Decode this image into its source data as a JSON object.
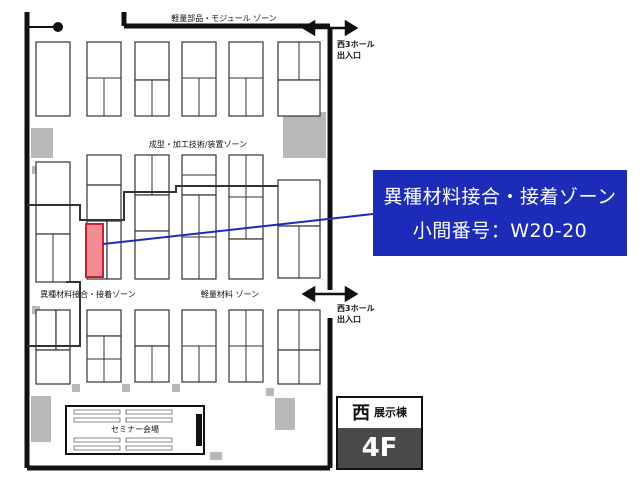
{
  "zones": {
    "light_parts_module": "軽量部品・モジュール ゾーン",
    "molding_processing": "成型・加工技術/装置ゾーン",
    "dissimilar_joining": "異種材料接合・接着ゾーン",
    "lightweight_materials": "軽量材料 ゾーン",
    "seminar": "セミナー会場"
  },
  "entrances": [
    {
      "line1": "西3ホール",
      "line2": "出入口"
    },
    {
      "line1": "西3ホール",
      "line2": "出入口"
    }
  ],
  "callout": {
    "title": "異種材料接合・接着ゾーン",
    "booth": "小間番号：W20-20"
  },
  "building": {
    "west": "西",
    "name": "展示棟",
    "floor": "4F"
  },
  "colors": {
    "callout_bg": "#1c2bb8",
    "highlight_booth": "#f28b93",
    "booth_border": "#333333",
    "gray_block": "#b8b8b8"
  }
}
